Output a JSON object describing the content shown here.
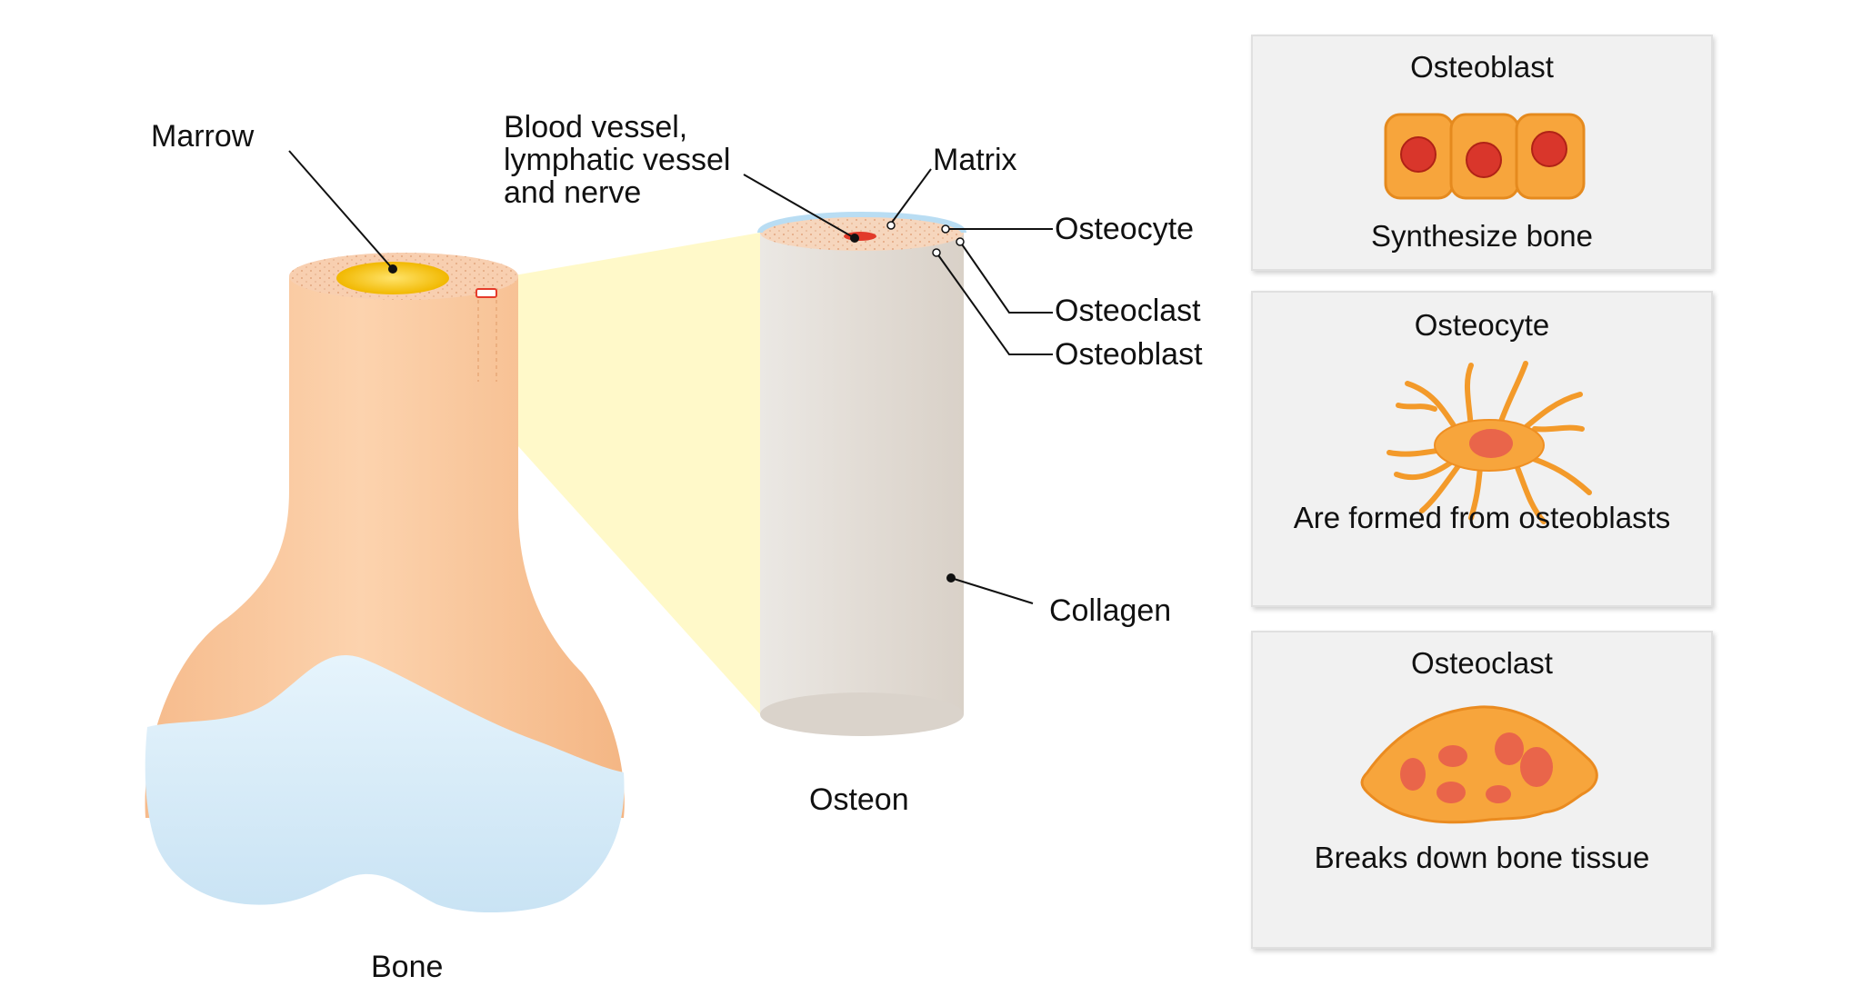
{
  "diagram": {
    "bone_label": "Bone",
    "osteon_label": "Osteon",
    "callouts": {
      "marrow": "Marrow",
      "vessel": "Blood vessel, lymphatic vessel and nerve",
      "matrix": "Matrix",
      "osteocyte": "Osteocyte",
      "osteoclast": "Osteoclast",
      "osteoblast": "Osteoblast",
      "collagen": "Collagen"
    }
  },
  "cards": [
    {
      "title": "Osteoblast",
      "description": "Synthesize bone",
      "icon": "osteoblast-cells-icon"
    },
    {
      "title": "Osteocyte",
      "description": "Are formed from osteoblasts",
      "icon": "osteocyte-cell-icon"
    },
    {
      "title": "Osteoclast",
      "description": "Breaks down bone tissue",
      "icon": "osteoclast-cell-icon"
    }
  ],
  "colors": {
    "bone": "#f8c49a",
    "cartilage": "#d5ebf8",
    "marrow": "#f5c300",
    "osteon": "#e4ded8",
    "zoom_cone": "#fff8c0",
    "cell_orange": "#f7a53c",
    "nucleus_red": "#d9362b"
  }
}
